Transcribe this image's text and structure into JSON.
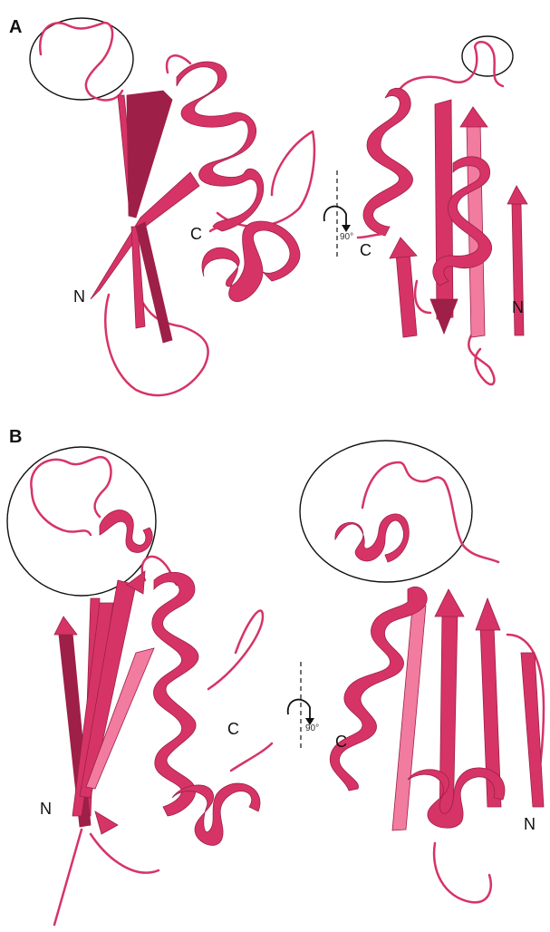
{
  "colors": {
    "ribbon": "#d63466",
    "ribbon_dark": "#9e1f48",
    "ribbon_light": "#f27ba0",
    "outline": "#111111"
  },
  "panels": [
    {
      "label": "A",
      "left_view": {
        "n_label": "N",
        "c_label": "C"
      },
      "right_view": {
        "n_label": "N",
        "c_label": "C"
      },
      "rotation_label": "90°"
    },
    {
      "label": "B",
      "left_view": {
        "n_label": "N",
        "c_label": "C"
      },
      "right_view": {
        "n_label": "N",
        "c_label": "C"
      },
      "rotation_label": "90°"
    }
  ]
}
